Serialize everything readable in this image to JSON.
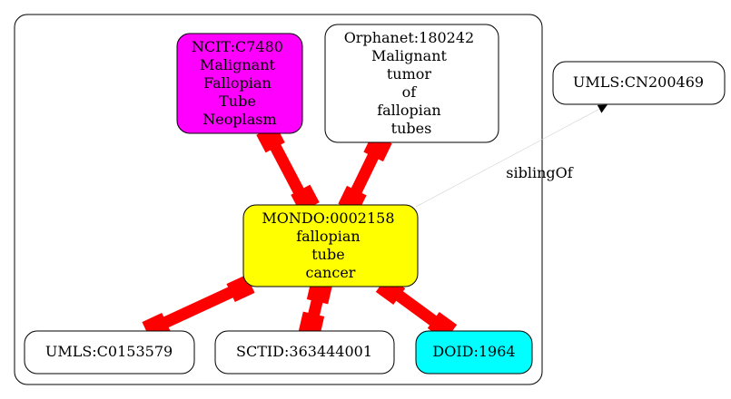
{
  "colors": {
    "magenta": "#ff00ff",
    "yellow": "#ffff00",
    "cyan": "#00ffff",
    "white": "#ffffff",
    "edge_red": "#ff0000",
    "border": "#000000"
  },
  "nodes": {
    "ncit": {
      "lines": [
        "NCIT:C7480",
        "Malignant",
        "Fallopian",
        "Tube",
        "Neoplasm"
      ]
    },
    "orphanet": {
      "lines": [
        "Orphanet:180242",
        "Malignant",
        "tumor",
        "of",
        "fallopian",
        "tubes"
      ]
    },
    "mondo": {
      "lines": [
        "MONDO:0002158",
        "fallopian",
        "tube",
        "cancer"
      ]
    },
    "umls_c0153579": {
      "lines": [
        "UMLS:C0153579"
      ]
    },
    "sctid": {
      "lines": [
        "SCTID:363444001"
      ]
    },
    "doid": {
      "lines": [
        "DOID:1964"
      ]
    },
    "umls_cn200469": {
      "lines": [
        "UMLS:CN200469"
      ]
    }
  },
  "edges": {
    "sibling_label": "siblingOf"
  }
}
